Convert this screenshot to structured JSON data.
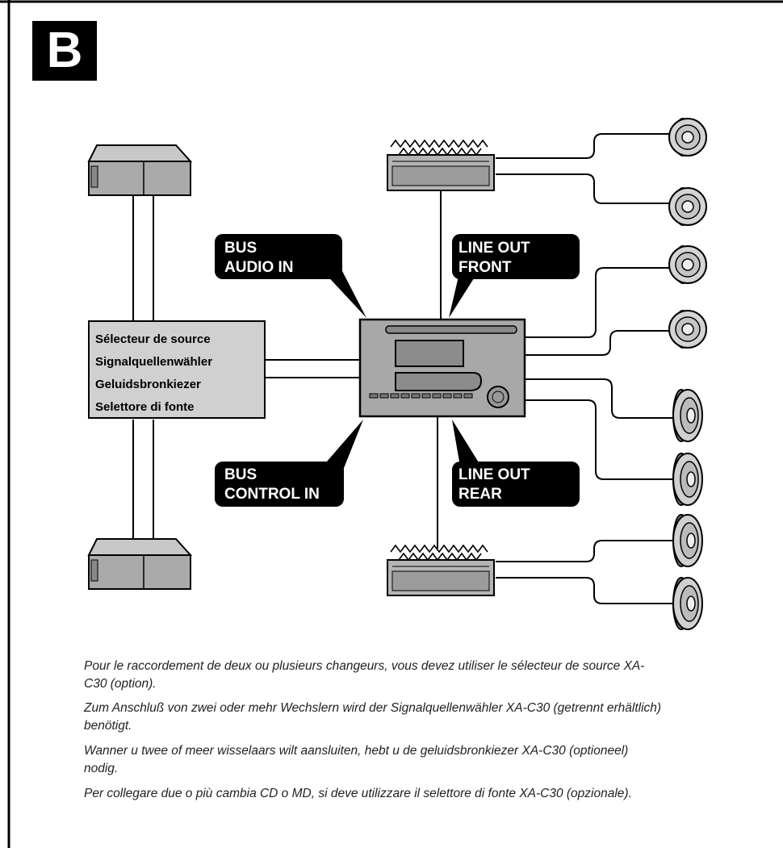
{
  "section_letter": "B",
  "labels": {
    "bus_audio_in": [
      "BUS",
      "AUDIO IN"
    ],
    "line_out_front": [
      "LINE OUT",
      "FRONT"
    ],
    "bus_control_in": [
      "BUS",
      "CONTROL IN"
    ],
    "line_out_rear": [
      "LINE OUT",
      "REAR"
    ]
  },
  "source_selector": [
    "Sélecteur de source",
    "Signalquellenwähler",
    "Geluidsbronkiezer",
    "Selettore di fonte"
  ],
  "descriptions": [
    "Pour le raccordement de deux ou plusieurs changeurs, vous devez utiliser le sélecteur de source XA-C30 (option).",
    "Zum Anschluß von zwei oder mehr Wechslern wird der Signalquellenwähler XA-C30 (getrennt erhältlich) benötigt.",
    "Wanner u twee of meer wisselaars wilt aansluiten, hebt u de geluidsbronkiezer XA-C30 (optioneel) nodig.",
    "Per collegare due o più cambia CD o MD, si deve utilizzare il selettore di fonte XA-C30 (opzionale)."
  ],
  "icons": [
    "cd-changer-icon",
    "amplifier-icon",
    "car-stereo-icon",
    "tweeter-icon",
    "oval-speaker-icon"
  ]
}
